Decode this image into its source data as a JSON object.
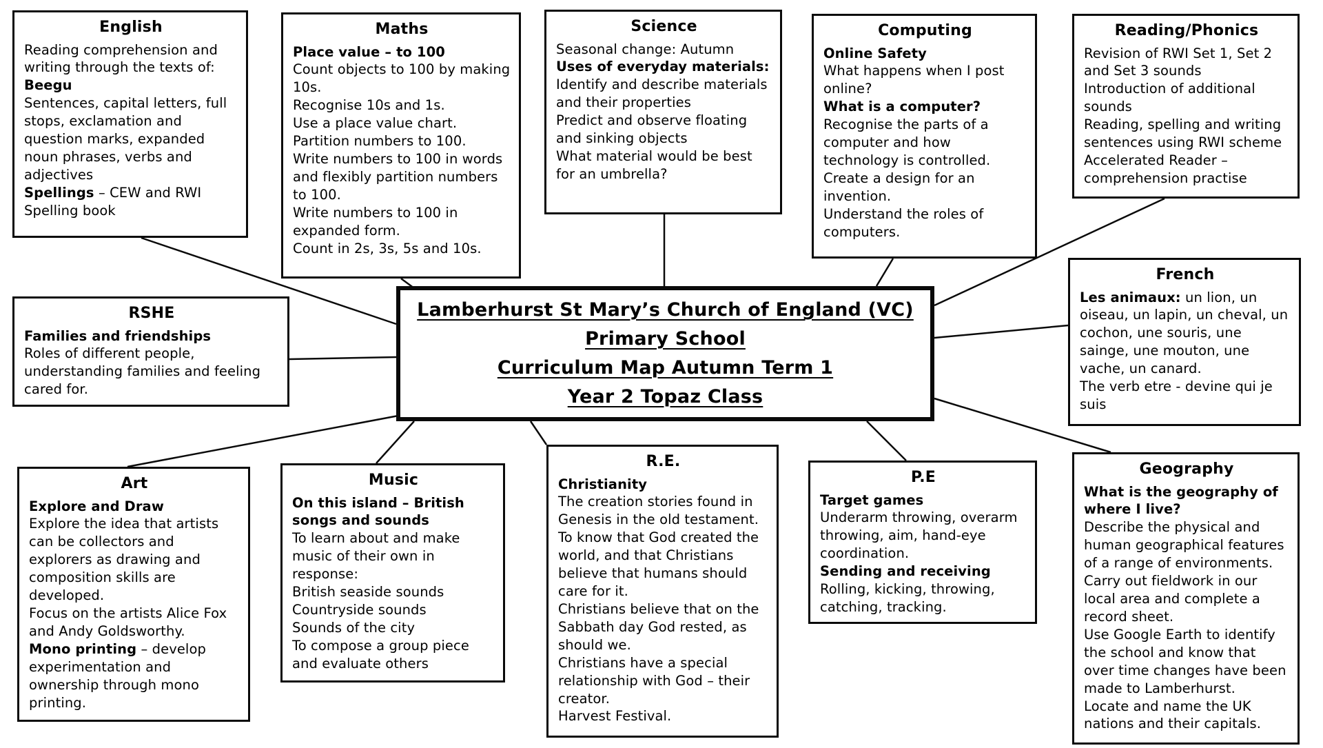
{
  "page": {
    "background": "#ffffff",
    "ink": "#000000"
  },
  "center_box": {
    "lines": [
      "Lamberhurst St Mary’s Church of England (VC)",
      "Primary School",
      "Curriculum Map Autumn Term 1",
      "Year 2 Topaz Class"
    ]
  },
  "subjects": {
    "english": {
      "title": "English",
      "paragraphs": [
        [
          {
            "t": "Reading comprehension and writing through the texts of:",
            "b": false
          }
        ],
        [
          {
            "t": "Beegu",
            "b": true
          }
        ],
        [
          {
            "t": "Sentences, capital letters, full stops, exclamation and question marks, expanded noun phrases, verbs and adjectives",
            "b": false
          }
        ],
        [
          {
            "t": "Spellings",
            "b": true
          },
          {
            "t": " – CEW and RWI Spelling book",
            "b": false
          }
        ]
      ]
    },
    "maths": {
      "title": "Maths",
      "paragraphs": [
        [
          {
            "t": "Place value – to 100",
            "b": true
          }
        ],
        [
          {
            "t": "Count objects to 100 by making 10s.",
            "b": false
          }
        ],
        [
          {
            "t": "Recognise 10s and 1s.",
            "b": false
          }
        ],
        [
          {
            "t": "Use a place value chart.",
            "b": false
          }
        ],
        [
          {
            "t": "Partition numbers to 100.",
            "b": false
          }
        ],
        [
          {
            "t": "Write numbers to 100 in words and flexibly partition numbers to 100.",
            "b": false
          }
        ],
        [
          {
            "t": "Write numbers to 100 in expanded form.",
            "b": false
          }
        ],
        [
          {
            "t": "Count in 2s, 3s, 5s and 10s.",
            "b": false
          }
        ]
      ]
    },
    "science": {
      "title": "Science",
      "paragraphs": [
        [
          {
            "t": "Seasonal change: Autumn",
            "b": false
          }
        ],
        [
          {
            "t": "Uses of everyday materials:",
            "b": true
          }
        ],
        [
          {
            "t": "Identify and describe materials and their properties",
            "b": false
          }
        ],
        [
          {
            "t": "Predict and observe floating and sinking objects",
            "b": false
          }
        ],
        [
          {
            "t": "What material would be best for an umbrella?",
            "b": false
          }
        ]
      ]
    },
    "computing": {
      "title": "Computing",
      "paragraphs": [
        [
          {
            "t": "Online Safety",
            "b": true
          }
        ],
        [
          {
            "t": "What happens when I post online?",
            "b": false
          }
        ],
        [
          {
            "t": "What is a computer?",
            "b": true
          }
        ],
        [
          {
            "t": "Recognise the parts of a computer and how technology is controlled.",
            "b": false
          }
        ],
        [
          {
            "t": "Create a design for an invention.",
            "b": false
          }
        ],
        [
          {
            "t": "Understand the roles of computers.",
            "b": false
          }
        ]
      ]
    },
    "reading_phonics": {
      "title": "Reading/Phonics",
      "paragraphs": [
        [
          {
            "t": "Revision of RWI Set 1, Set 2 and Set 3 sounds",
            "b": false
          }
        ],
        [
          {
            "t": "Introduction of additional sounds",
            "b": false
          }
        ],
        [
          {
            "t": "Reading, spelling and writing sentences using RWI scheme",
            "b": false
          }
        ],
        [
          {
            "t": "Accelerated Reader – comprehension practise",
            "b": false
          }
        ]
      ]
    },
    "rshe": {
      "title": "RSHE",
      "paragraphs": [
        [
          {
            "t": "Families and friendships",
            "b": true
          }
        ],
        [
          {
            "t": "Roles of different people, understanding families and feeling cared for.",
            "b": false
          }
        ]
      ]
    },
    "french": {
      "title": "French",
      "paragraphs": [
        [
          {
            "t": "Les animaux:",
            "b": true
          },
          {
            "t": " un lion, un oiseau, un lapin, un cheval, un cochon, une souris, une sainge, une mouton, une vache, un canard.",
            "b": false
          }
        ],
        [
          {
            "t": "The verb etre - devine qui je suis",
            "b": false
          }
        ]
      ]
    },
    "art": {
      "title": "Art",
      "paragraphs": [
        [
          {
            "t": "Explore and Draw",
            "b": true
          }
        ],
        [
          {
            "t": "Explore the idea that artists can be collectors and explorers as drawing and composition skills are developed.",
            "b": false
          }
        ],
        [
          {
            "t": "Focus on the artists Alice Fox and Andy Goldsworthy.",
            "b": false
          }
        ],
        [
          {
            "t": "Mono printing",
            "b": true
          },
          {
            "t": " – develop experimentation and ownership through mono printing.",
            "b": false
          }
        ]
      ]
    },
    "music": {
      "title": "Music",
      "paragraphs": [
        [
          {
            "t": "On this island – British songs and sounds",
            "b": true
          }
        ],
        [
          {
            "t": "To learn about and make music of their own in response:",
            "b": false
          }
        ],
        [
          {
            "t": "British seaside sounds",
            "b": false
          }
        ],
        [
          {
            "t": "Countryside sounds",
            "b": false
          }
        ],
        [
          {
            "t": "Sounds of the city",
            "b": false
          }
        ],
        [
          {
            "t": "To compose a group piece and evaluate others",
            "b": false
          }
        ]
      ]
    },
    "re": {
      "title": "R.E.",
      "paragraphs": [
        [
          {
            "t": "Christianity",
            "b": true
          }
        ],
        [
          {
            "t": "The creation stories found in Genesis in the old testament.",
            "b": false
          }
        ],
        [
          {
            "t": "To know that God created the world, and that Christians believe that humans should care for it.",
            "b": false
          }
        ],
        [
          {
            "t": "Christians believe that on the Sabbath day God rested, as should we.",
            "b": false
          }
        ],
        [
          {
            "t": "Christians have a special relationship with God – their creator.",
            "b": false
          }
        ],
        [
          {
            "t": "Harvest Festival.",
            "b": false
          }
        ]
      ]
    },
    "pe": {
      "title": "P.E",
      "paragraphs": [
        [
          {
            "t": "Target games",
            "b": true
          }
        ],
        [
          {
            "t": "Underarm throwing, overarm throwing, aim, hand-eye coordination.",
            "b": false
          }
        ],
        [
          {
            "t": "Sending and receiving",
            "b": true
          }
        ],
        [
          {
            "t": "Rolling, kicking, throwing, catching, tracking.",
            "b": false
          }
        ]
      ]
    },
    "geography": {
      "title": "Geography",
      "paragraphs": [
        [
          {
            "t": "What is the geography of where I live?",
            "b": true
          }
        ],
        [
          {
            "t": "Describe the physical and human geographical features of a range of environments.",
            "b": false
          }
        ],
        [
          {
            "t": "Carry out fieldwork in our local area and complete a record sheet.",
            "b": false
          }
        ],
        [
          {
            "t": "Use Google Earth to identify the school and know that over time changes have been made to Lamberhurst.",
            "b": false
          }
        ],
        [
          {
            "t": "Locate and name the UK nations and their capitals.",
            "b": false
          }
        ]
      ]
    }
  }
}
